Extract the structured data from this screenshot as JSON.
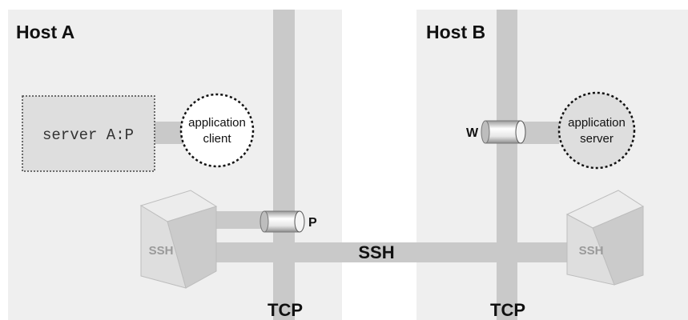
{
  "hosts": {
    "a": {
      "title": "Host A"
    },
    "b": {
      "title": "Host B"
    }
  },
  "command": {
    "text": "server A:P"
  },
  "apps": {
    "client": {
      "line1": "application",
      "line2": "client"
    },
    "server": {
      "line1": "application",
      "line2": "server"
    }
  },
  "ports": {
    "p": "P",
    "w": "W"
  },
  "labels": {
    "tunnel": "SSH",
    "tcp_a": "TCP",
    "tcp_b": "TCP",
    "ssh_box_a": "SSH",
    "ssh_box_b": "SSH"
  },
  "colors": {
    "host_background": "#efefef",
    "pipe": "#c9c9c9",
    "box_face": "#dedede",
    "box_top": "#ececec",
    "box_side": "#cbcbcb"
  }
}
